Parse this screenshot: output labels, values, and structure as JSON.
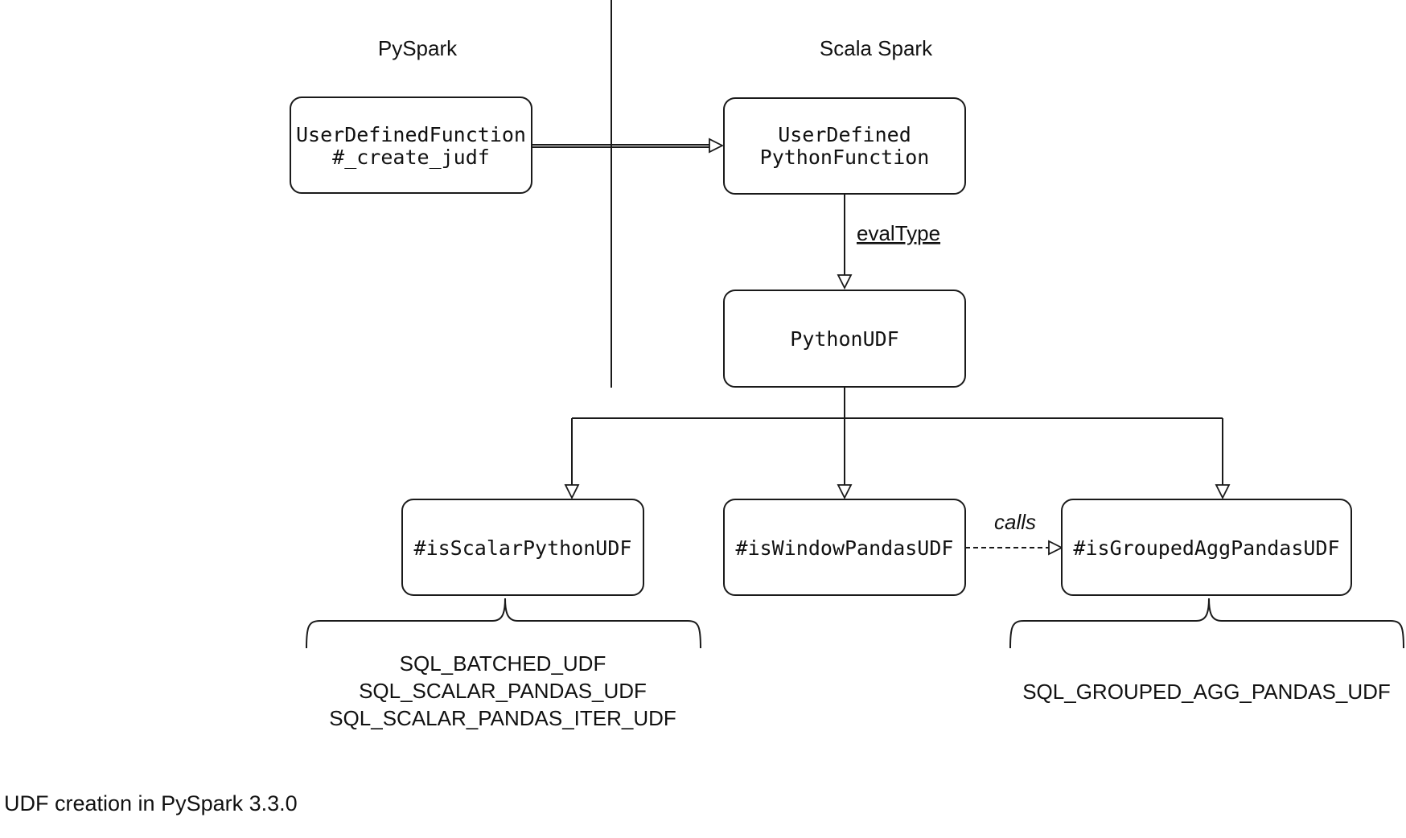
{
  "sections": {
    "left_title": "PySpark",
    "right_title": "Scala Spark"
  },
  "nodes": {
    "create_judf": [
      "UserDefinedFunction",
      "#_create_judf"
    ],
    "user_defined_python_function": [
      "UserDefined",
      "PythonFunction"
    ],
    "python_udf": [
      "PythonUDF"
    ],
    "is_scalar_python_udf": [
      "#isScalarPythonUDF"
    ],
    "is_window_pandas_udf": [
      "#isWindowPandasUDF"
    ],
    "is_grouped_agg_pandas_udf": [
      "#isGroupedAggPandasUDF"
    ]
  },
  "edge_labels": {
    "eval_type": "evalType",
    "calls": "calls"
  },
  "eval_types": {
    "scalar": [
      "SQL_BATCHED_UDF",
      "SQL_SCALAR_PANDAS_UDF",
      "SQL_SCALAR_PANDAS_ITER_UDF"
    ],
    "grouped_agg": [
      "SQL_GROUPED_AGG_PANDAS_UDF"
    ]
  },
  "caption": "UDF creation in PySpark 3.3.0"
}
